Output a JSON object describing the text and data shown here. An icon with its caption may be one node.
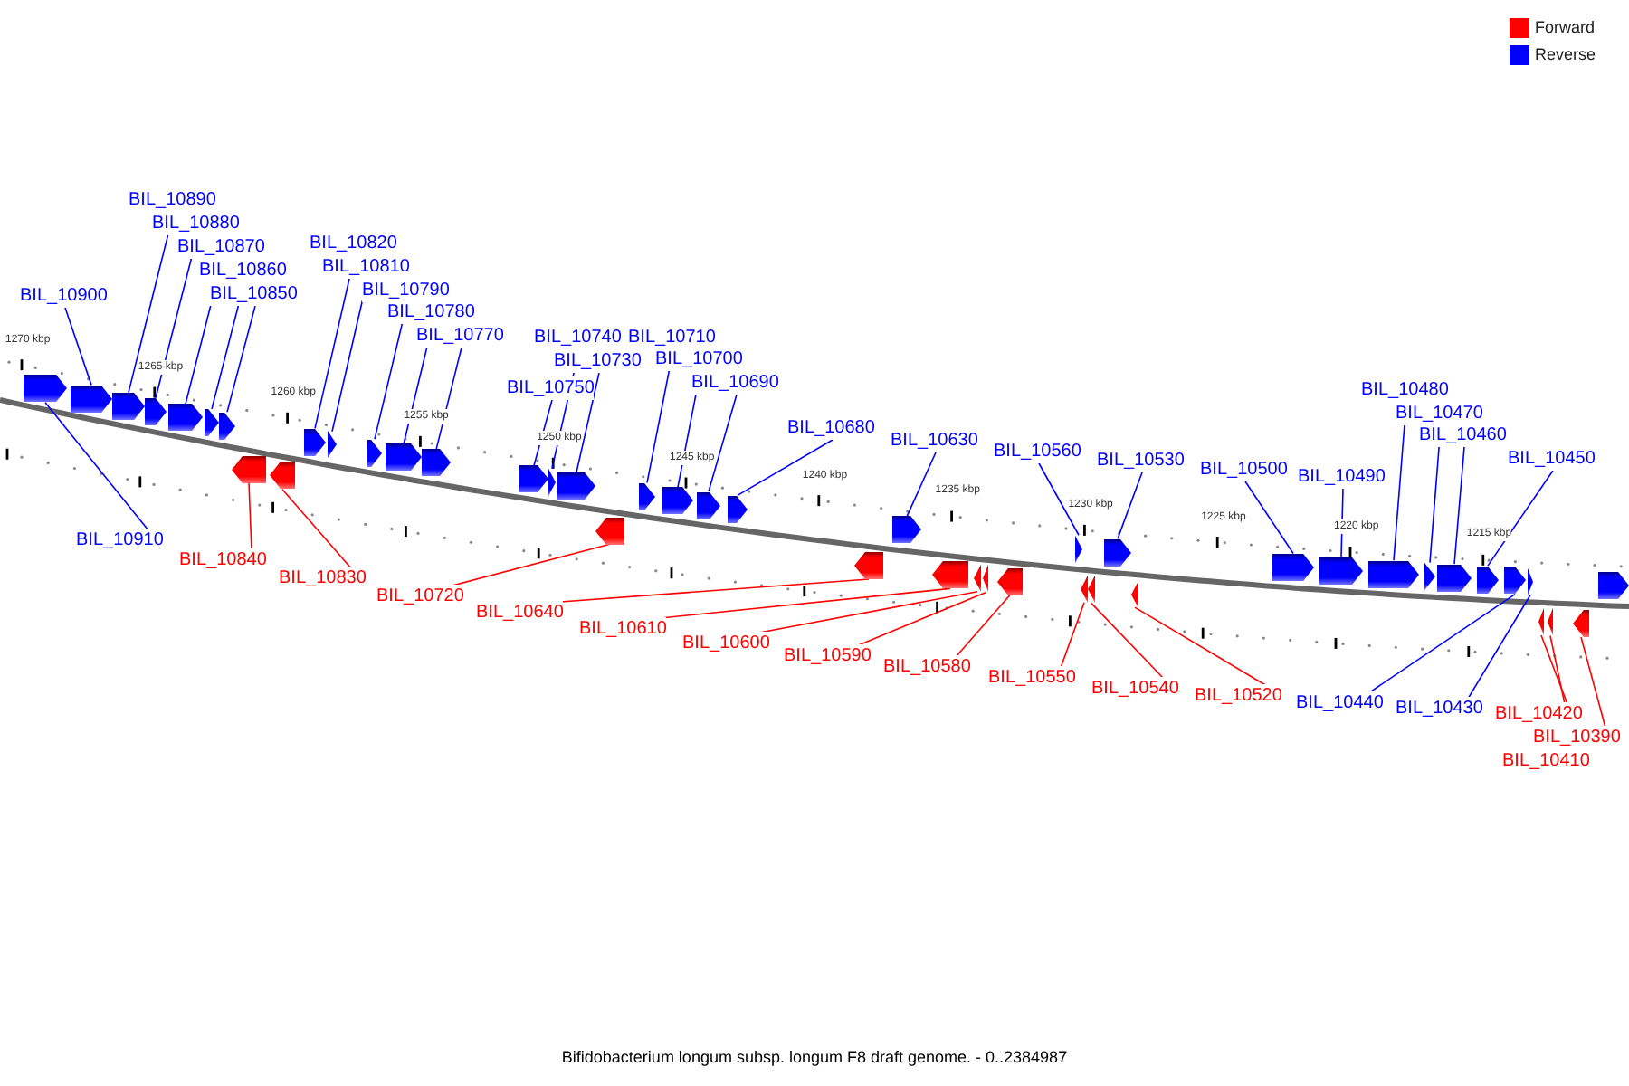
{
  "diagram": {
    "caption": "Bifidobacterium longum subsp. longum F8 draft genome. - 0..2384987",
    "nodes": [
      {
        "text": [
          "BIL_10890"
        ]
      },
      {
        "text": [
          "BIL_10880"
        ]
      },
      {
        "text": [
          "BIL_10870"
        ]
      },
      {
        "text": [
          "BIL_10860"
        ]
      },
      {
        "text": [
          "BIL_10820"
        ]
      },
      {
        "text": [
          "BIL_10810"
        ]
      },
      {
        "text": [
          "BIL_10850"
        ]
      },
      {
        "text": [
          "BIL_10900"
        ]
      },
      {
        "text": [
          "BIL_10790"
        ]
      },
      {
        "text": [
          "BIL_10780"
        ]
      },
      {
        "text": [
          "BIL_10770"
        ]
      },
      {
        "text": [
          "BIL_10740"
        ]
      },
      {
        "text": [
          "BIL_10710"
        ]
      },
      {
        "text": [
          "BIL_10730"
        ]
      },
      {
        "text": [
          "BIL_10700"
        ]
      },
      {
        "text": [
          "BIL_10750"
        ]
      },
      {
        "text": [
          "BIL_10690"
        ]
      },
      {
        "text": [
          "BIL_10480"
        ]
      },
      {
        "text": [
          "BIL_10470"
        ]
      },
      {
        "text": [
          "BIL_10680"
        ]
      },
      {
        "text": [
          "BIL_10630"
        ]
      },
      {
        "text": [
          "BIL_10460"
        ]
      },
      {
        "text": [
          "BIL_10560"
        ]
      },
      {
        "text": [
          "BIL_10530"
        ]
      },
      {
        "text": [
          "BIL_10450"
        ]
      },
      {
        "text": [
          "BIL_10500"
        ]
      },
      {
        "text": [
          "BIL_10490"
        ]
      },
      {
        "text": [
          "BIL_10910"
        ]
      },
      {
        "text": [
          "BIL_10840"
        ]
      },
      {
        "text": [
          "BIL_10830"
        ]
      },
      {
        "text": [
          "BIL_10720"
        ]
      },
      {
        "text": [
          "BIL_10640"
        ]
      },
      {
        "text": [
          "BIL_10610"
        ]
      },
      {
        "text": [
          "BIL_10600"
        ]
      },
      {
        "text": [
          "BIL_10590"
        ]
      },
      {
        "text": [
          "BIL_10580"
        ]
      },
      {
        "text": [
          "BIL_10550"
        ]
      },
      {
        "text": [
          "BIL_10540"
        ]
      },
      {
        "text": [
          "BIL_10520"
        ]
      },
      {
        "text": [
          "BIL_10440"
        ]
      },
      {
        "text": [
          "BIL_10430"
        ]
      },
      {
        "text": [
          "BIL_10420"
        ]
      },
      {
        "text": [
          "BIL_10390"
        ]
      },
      {
        "text": [
          "BIL_10410"
        ]
      },
      {
        "text": [],
        "shape": "arrow"
      },
      {
        "text": [],
        "shape": "arrow"
      },
      {
        "text": [],
        "shape": "arrow"
      },
      {
        "text": [],
        "shape": "arrow"
      },
      {
        "text": [],
        "shape": "arrow"
      },
      {
        "text": [],
        "shape": "arrow"
      },
      {
        "text": [],
        "shape": "arrow"
      },
      {
        "text": [],
        "shape": "arrow"
      },
      {
        "text": [],
        "shape": "arrow"
      },
      {
        "text": [],
        "shape": "arrow"
      },
      {
        "text": [],
        "shape": "arrow"
      },
      {
        "text": [],
        "shape": "arrow"
      },
      {
        "text": [],
        "shape": "arrow"
      },
      {
        "text": [],
        "shape": "arrow"
      },
      {
        "text": [],
        "shape": "arrow"
      },
      {
        "text": [],
        "shape": "arrow"
      },
      {
        "text": [],
        "shape": "arrow"
      },
      {
        "text": [],
        "shape": "arrow"
      },
      {
        "text": [],
        "shape": "arrow"
      },
      {
        "text": [],
        "shape": "arrow"
      },
      {
        "text": [],
        "shape": "arrow"
      },
      {
        "text": [],
        "shape": "arrow"
      },
      {
        "text": [],
        "shape": "arrow"
      },
      {
        "text": [],
        "shape": "arrow"
      },
      {
        "text": [],
        "shape": "arrow"
      },
      {
        "text": [],
        "shape": "arrow"
      },
      {
        "text": [],
        "shape": "arrow"
      },
      {
        "text": [],
        "shape": "arrow"
      },
      {
        "text": [],
        "shape": "arrow"
      },
      {
        "text": [],
        "shape": "arrow"
      },
      {
        "text": [],
        "shape": "arrow"
      },
      {
        "text": [],
        "shape": "arrow"
      },
      {
        "text": [],
        "shape": "arrow"
      },
      {
        "text": [],
        "shape": "arrow"
      },
      {
        "text": [],
        "shape": "arrow"
      },
      {
        "text": [],
        "shape": "arrow"
      },
      {
        "text": [],
        "shape": "arrow"
      },
      {
        "text": [],
        "shape": "arrow"
      },
      {
        "text": [],
        "shape": "arrow"
      },
      {
        "text": [],
        "shape": "arrow"
      },
      {
        "text": [],
        "shape": "arrow"
      },
      {
        "text": [],
        "shape": "arrow"
      },
      {
        "text": [],
        "shape": "arrow"
      },
      {
        "text": [],
        "shape": "arrow"
      },
      {
        "text": [],
        "shape": "arrow"
      }
    ],
    "edges": [
      {
        "from": 0,
        "to": 46,
        "arrow": "none"
      },
      {
        "from": 1,
        "to": 47,
        "arrow": "none"
      },
      {
        "from": 2,
        "to": 48,
        "arrow": "none"
      },
      {
        "from": 3,
        "to": 49,
        "arrow": "none"
      },
      {
        "from": 4,
        "to": 53,
        "arrow": "none"
      },
      {
        "from": 5,
        "to": 54,
        "arrow": "none"
      },
      {
        "from": 6,
        "to": 50,
        "arrow": "none"
      },
      {
        "from": 7,
        "to": 45,
        "arrow": "none"
      },
      {
        "from": 8,
        "to": 55,
        "arrow": "none"
      },
      {
        "from": 9,
        "to": 56,
        "arrow": "none"
      },
      {
        "from": 10,
        "to": 57,
        "arrow": "none"
      },
      {
        "from": 11,
        "to": 59,
        "arrow": "none"
      },
      {
        "from": 12,
        "to": 62,
        "arrow": "none"
      },
      {
        "from": 13,
        "to": 60,
        "arrow": "none"
      },
      {
        "from": 14,
        "to": 63,
        "arrow": "none"
      },
      {
        "from": 15,
        "to": 58,
        "arrow": "none"
      },
      {
        "from": 16,
        "to": 64,
        "arrow": "none"
      },
      {
        "from": 17,
        "to": 79,
        "arrow": "none"
      },
      {
        "from": 18,
        "to": 80,
        "arrow": "none"
      },
      {
        "from": 19,
        "to": 65,
        "arrow": "none"
      },
      {
        "from": 20,
        "to": 67,
        "arrow": "none"
      },
      {
        "from": 21,
        "to": 81,
        "arrow": "none"
      },
      {
        "from": 22,
        "to": 72,
        "arrow": "none"
      },
      {
        "from": 23,
        "to": 75,
        "arrow": "none"
      },
      {
        "from": 24,
        "to": 82,
        "arrow": "none"
      },
      {
        "from": 25,
        "to": 77,
        "arrow": "none"
      },
      {
        "from": 26,
        "to": 78,
        "arrow": "none"
      },
      {
        "from": 27,
        "to": 44,
        "arrow": "none"
      },
      {
        "from": 28,
        "to": 51,
        "arrow": "none",
        "color": "#ff0000"
      },
      {
        "from": 29,
        "to": 52,
        "arrow": "none",
        "color": "#ff0000"
      },
      {
        "from": 30,
        "to": 61,
        "arrow": "none",
        "color": "#ff0000"
      },
      {
        "from": 31,
        "to": 66,
        "arrow": "none",
        "color": "#ff0000"
      },
      {
        "from": 32,
        "to": 68,
        "arrow": "none",
        "color": "#ff0000"
      },
      {
        "from": 33,
        "to": 69,
        "arrow": "none",
        "color": "#ff0000"
      },
      {
        "from": 34,
        "to": 70,
        "arrow": "none",
        "color": "#ff0000"
      },
      {
        "from": 35,
        "to": 71,
        "arrow": "none",
        "color": "#ff0000"
      },
      {
        "from": 36,
        "to": 73,
        "arrow": "none",
        "color": "#ff0000"
      },
      {
        "from": 37,
        "to": 74,
        "arrow": "none",
        "color": "#ff0000"
      },
      {
        "from": 38,
        "to": 76,
        "arrow": "none",
        "color": "#ff0000"
      },
      {
        "from": 39,
        "to": 83,
        "arrow": "none"
      },
      {
        "from": 40,
        "to": 84,
        "arrow": "none"
      },
      {
        "from": 41,
        "to": 85,
        "arrow": "none",
        "color": "#ff0000"
      },
      {
        "from": 42,
        "to": 87,
        "arrow": "none",
        "color": "#ff0000"
      },
      {
        "from": 43,
        "to": 86,
        "arrow": "none",
        "color": "#ff0000"
      }
    ],
    "labels": [
      "1270 kbp",
      "1265 kbp",
      "1260 kbp",
      "1255 kbp",
      "1250 kbp",
      "1245 kbp",
      "1240 kbp",
      "1235 kbp",
      "1230 kbp",
      "1225 kbp",
      "1220 kbp",
      "1215 kbp"
    ],
    "legend": [
      {
        "text": "Forward",
        "color": "#ff0000"
      },
      {
        "text": "Reverse",
        "color": "#0000ff"
      }
    ]
  }
}
